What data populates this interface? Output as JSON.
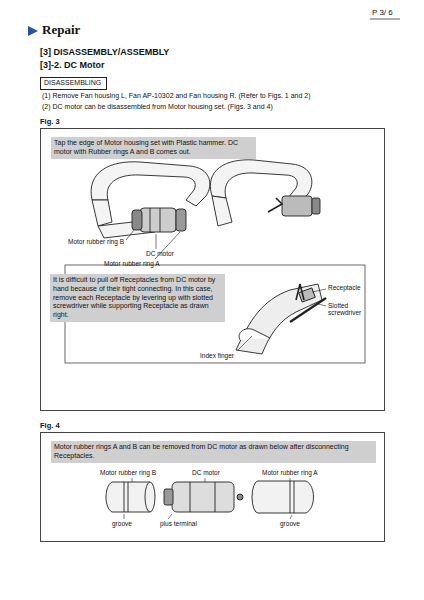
{
  "diagram": {
    "title": "Repair",
    "nodes": [
      {
        "text": [
          "DISASSEMBLING"
        ]
      },
      {
        "text": [
          "Fig. 3"
        ]
      },
      {
        "text": [
          "Tap the edge of Motor housing set with Plastic hammer. DC motor with Rubber rings A and B comes out."
        ],
        "in": 1
      },
      {
        "text": [
          "It is difficult to pull off Receptacles from DC motor by hand because of their tight connecting. In this case, remove each Receptacle by levering up with slotted screwdriver while supporting Receptacle as drawn right."
        ],
        "in": 1
      },
      {
        "text": [
          "Fig. 4"
        ]
      },
      {
        "text": [
          "Motor rubber rings A and B can be removed from DC motor as drawn below after disconnecting Receptacles."
        ],
        "in": 4
      }
    ],
    "labels": [
      "P 3/ 6",
      "[3] DISASSEMBLY/ASSEMBLY",
      "[3]-2. DC Motor",
      "(1) Remove Fan housing L, Fan AP-10302 and Fan housing R. (Refer to Figs. 1 and 2)",
      "(2) DC motor can be disassembled from Motor housing set. (Figs. 3 and 4)",
      "Motor rubber ring B",
      "DC motor",
      "Motor rubber ring A",
      "Receptacle",
      "Slotted screwdriver",
      "Index finger",
      "Motor rubber ring B",
      "DC motor",
      "Motor rubber ring A",
      "groove",
      "plus terminal",
      "groove"
    ]
  }
}
